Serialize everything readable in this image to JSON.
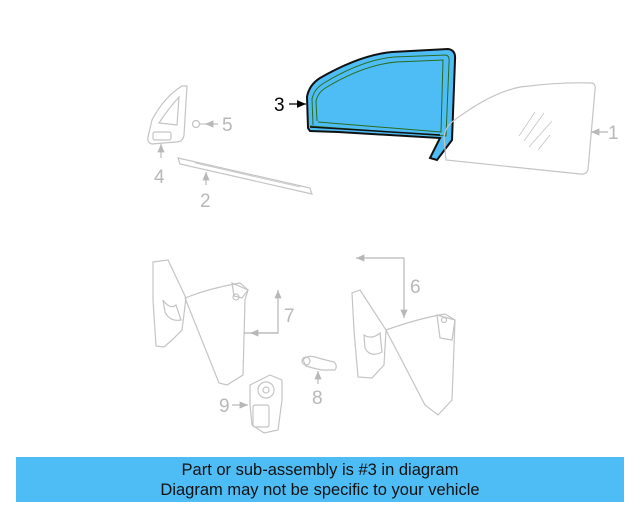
{
  "diagram": {
    "highlight_color": "#4fbdf5",
    "dim_color": "#c4c4c4",
    "callouts": [
      {
        "id": "1",
        "label": "1",
        "part": "glass"
      },
      {
        "id": "2",
        "label": "2",
        "part": "belt-molding"
      },
      {
        "id": "3",
        "label": "3",
        "part": "glass-run-channel",
        "highlighted": true
      },
      {
        "id": "4",
        "label": "4",
        "part": "quarter-glass-bracket"
      },
      {
        "id": "5",
        "label": "5",
        "part": "screw"
      },
      {
        "id": "6",
        "label": "6",
        "part": "window-regulator"
      },
      {
        "id": "7",
        "label": "7",
        "part": "window-regulator"
      },
      {
        "id": "8",
        "label": "8",
        "part": "handle"
      },
      {
        "id": "9",
        "label": "9",
        "part": "regulator-motor"
      }
    ]
  },
  "banner": {
    "line1": "Part or sub-assembly is #3 in diagram",
    "line2": "Diagram may not be specific to your vehicle",
    "background": "#4fbdf5"
  }
}
